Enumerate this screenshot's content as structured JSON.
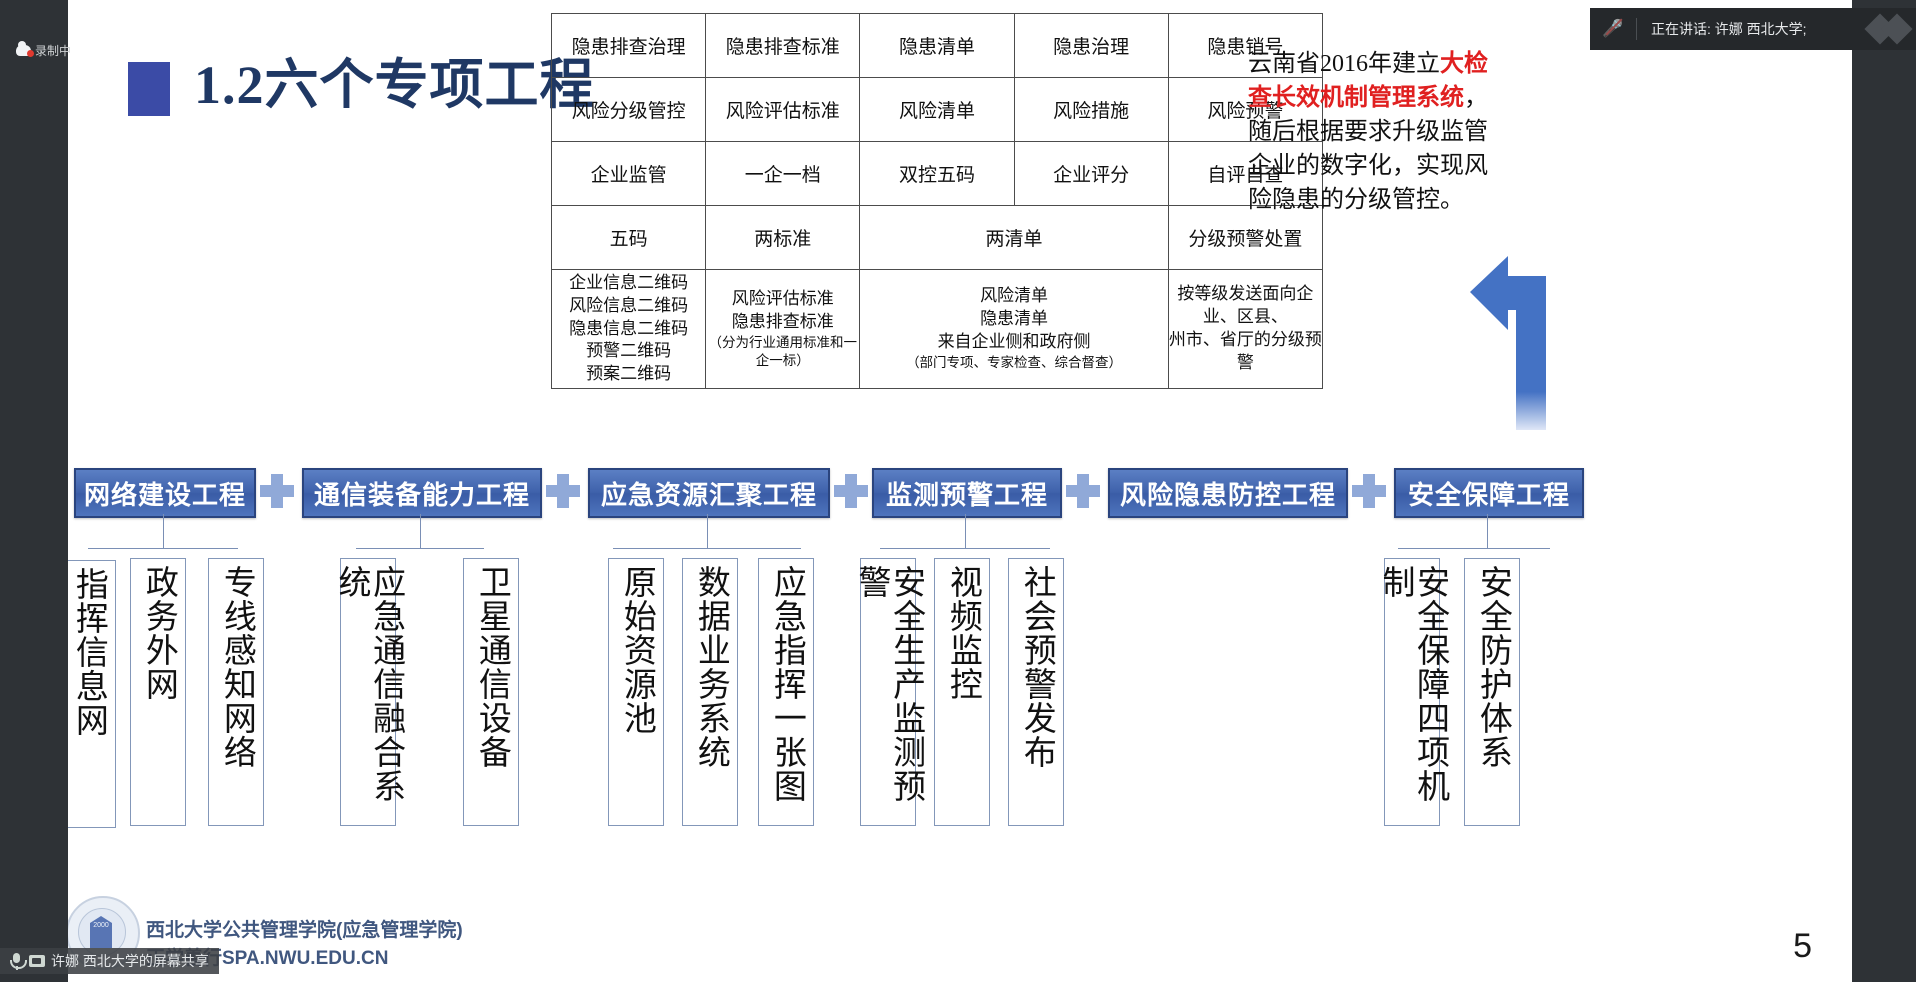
{
  "meeting": {
    "recording_label": "录制中",
    "speaker_status": "正在讲话:  许娜 西北大学;",
    "share_status": "许娜 西北大学的屏幕共享"
  },
  "slide": {
    "title": "1.2六个专项工程",
    "page_number": "5",
    "footer_line1": "西北大学公共管理学院(应急管理学院)",
    "footer_line2": "正学善行SPA.NWU.EDU.CN",
    "logo_year": "2000"
  },
  "right_note": {
    "part1": "云南省2016年建立",
    "highlight": "大检查长效机制管理系统",
    "part2": "，随后根据要求升级监管企业的数字化，实现风险隐患的分级管控。"
  },
  "table": {
    "rows": [
      [
        "隐患排查治理",
        "隐患排查标准",
        "隐患清单",
        "隐患治理",
        "隐患销号"
      ],
      [
        "风险分级管控",
        "风险评估标准",
        "风险清单",
        "风险措施",
        "风险预警"
      ],
      [
        "企业监管",
        "一企一档",
        "双控五码",
        "企业评分",
        "自评自查"
      ]
    ],
    "summary_headers": [
      "五码",
      "两标准",
      "两清单",
      "分级预警处置"
    ],
    "detail_cells": [
      {
        "main": "企业信息二维码\n风险信息二维码\n隐患信息二维码\n预警二维码\n预案二维码",
        "sub": ""
      },
      {
        "main": "风险评估标准\n隐患排查标准",
        "sub": "（分为行业通用标准和一企一标）"
      },
      {
        "main": "风险清单\n隐患清单\n来自企业侧和政府侧",
        "sub": "（部门专项、专家检查、综合督查）"
      },
      {
        "main": "按等级发送面向企业、区县、\n州市、省厅的分级预警",
        "sub": ""
      }
    ]
  },
  "projects": [
    {
      "label": "网络建设工程",
      "children": [
        "指挥信息网",
        "政务外网",
        "专线感知网络"
      ]
    },
    {
      "label": "通信装备能力工程",
      "children": [
        "应急通信融合系统",
        "卫星通信设备"
      ]
    },
    {
      "label": "应急资源汇聚工程",
      "children": [
        "原始资源池",
        "数据业务系统",
        "应急指挥一张图"
      ]
    },
    {
      "label": "监测预警工程",
      "children": [
        "安全生产监测预警",
        "视频监控",
        "社会预警发布"
      ]
    },
    {
      "label": "风险隐患防控工程",
      "children": []
    },
    {
      "label": "安全保障工程",
      "children": [
        "安全保障四项机制",
        "安全防护体系"
      ]
    }
  ],
  "colors": {
    "banner_blue": "#3f62ab",
    "title_blue": "#1f3864",
    "highlight_red": "#e02020",
    "box_border": "#8397b9"
  }
}
